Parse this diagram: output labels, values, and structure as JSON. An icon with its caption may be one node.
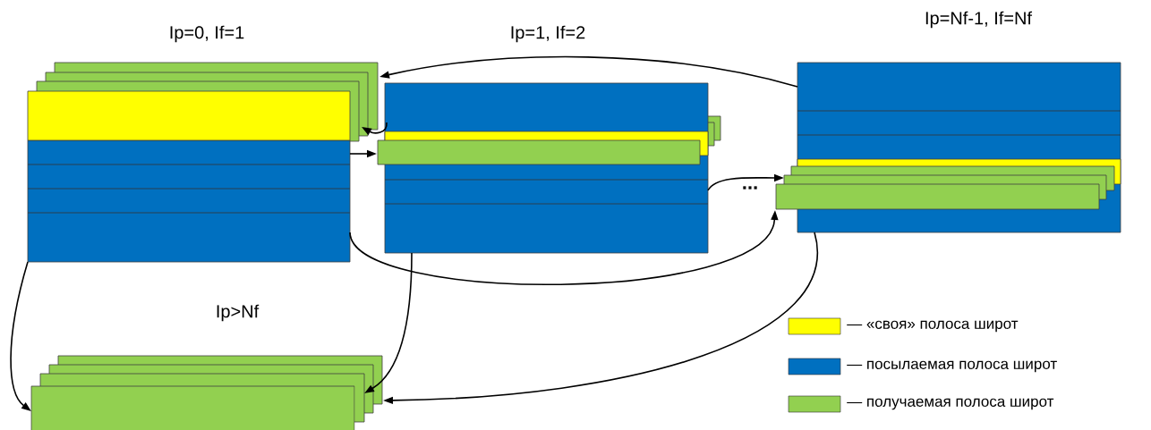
{
  "diagram": {
    "nodes": [
      {
        "text": [
          "Ip=0, If=1"
        ]
      },
      {
        "text": [
          "Ip=1, If=2"
        ]
      },
      {
        "text": [
          "Ip=Nf-1, If=Nf"
        ]
      },
      {
        "text": [
          "Ip>Nf"
        ]
      }
    ],
    "edges": [
      {
        "from": 2,
        "to": 0,
        "arrow": "to"
      },
      {
        "from": 1,
        "to": 0,
        "arrow": "to"
      },
      {
        "from": 0,
        "to": 1,
        "arrow": "to"
      },
      {
        "from": 1,
        "to": 2,
        "arrow": "to"
      },
      {
        "from": 0,
        "to": 2,
        "arrow": "to"
      },
      {
        "from": 0,
        "to": 3,
        "arrow": "to"
      },
      {
        "from": 1,
        "to": 3,
        "arrow": "to"
      },
      {
        "from": 2,
        "to": 3,
        "arrow": "to"
      }
    ],
    "labels": [
      "..."
    ],
    "legend": [
      {
        "text": "— «своя» полоса широт",
        "color": "#ffff00"
      },
      {
        "text": "— посылаемая полоса широт",
        "color": "#0070c0"
      },
      {
        "text": "— получаемая полоса широт",
        "color": "#92d050"
      }
    ]
  }
}
